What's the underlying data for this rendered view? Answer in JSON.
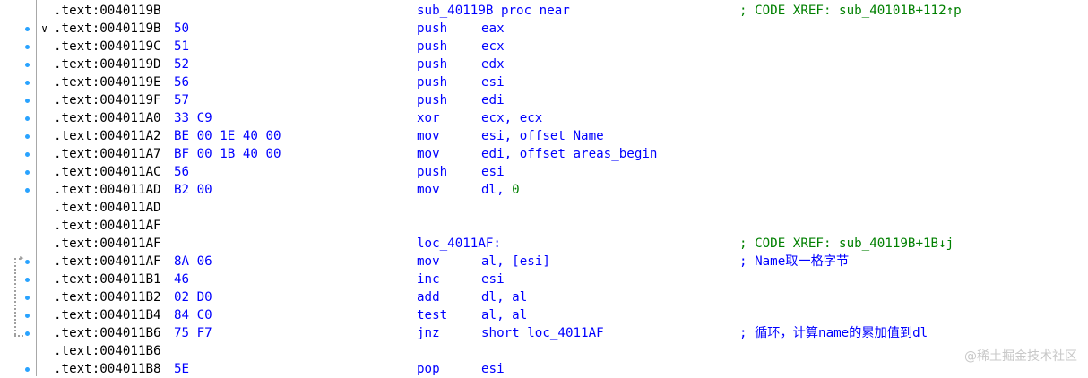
{
  "rows": [
    {
      "addr": ".text:0040119B",
      "bytes": "",
      "label": "sub_40119B proc near",
      "mnem": "",
      "ops": "",
      "imm": "",
      "comment": "; CODE XREF: sub_40101B+112↑p",
      "comment_color": "green",
      "dot": false,
      "chevron": false
    },
    {
      "addr": ".text:0040119B",
      "bytes": "50",
      "label": "",
      "mnem": "push",
      "ops": "eax",
      "imm": "",
      "comment": "",
      "dot": true,
      "chevron": true
    },
    {
      "addr": ".text:0040119C",
      "bytes": "51",
      "label": "",
      "mnem": "push",
      "ops": "ecx",
      "imm": "",
      "comment": "",
      "dot": true,
      "chevron": false
    },
    {
      "addr": ".text:0040119D",
      "bytes": "52",
      "label": "",
      "mnem": "push",
      "ops": "edx",
      "imm": "",
      "comment": "",
      "dot": true,
      "chevron": false
    },
    {
      "addr": ".text:0040119E",
      "bytes": "56",
      "label": "",
      "mnem": "push",
      "ops": "esi",
      "imm": "",
      "comment": "",
      "dot": true,
      "chevron": false
    },
    {
      "addr": ".text:0040119F",
      "bytes": "57",
      "label": "",
      "mnem": "push",
      "ops": "edi",
      "imm": "",
      "comment": "",
      "dot": true,
      "chevron": false
    },
    {
      "addr": ".text:004011A0",
      "bytes": "33 C9",
      "label": "",
      "mnem": "xor",
      "ops": "ecx, ecx",
      "imm": "",
      "comment": "",
      "dot": true,
      "chevron": false
    },
    {
      "addr": ".text:004011A2",
      "bytes": "BE 00 1E 40 00",
      "label": "",
      "mnem": "mov",
      "ops": "esi, offset Name",
      "imm": "",
      "comment": "",
      "dot": true,
      "chevron": false
    },
    {
      "addr": ".text:004011A7",
      "bytes": "BF 00 1B 40 00",
      "label": "",
      "mnem": "mov",
      "ops": "edi, offset areas_begin",
      "imm": "",
      "comment": "",
      "dot": true,
      "chevron": false
    },
    {
      "addr": ".text:004011AC",
      "bytes": "56",
      "label": "",
      "mnem": "push",
      "ops": "esi",
      "imm": "",
      "comment": "",
      "dot": true,
      "chevron": false
    },
    {
      "addr": ".text:004011AD",
      "bytes": "B2 00",
      "label": "",
      "mnem": "mov",
      "ops": "dl, ",
      "imm": "0",
      "comment": "",
      "dot": true,
      "chevron": false
    },
    {
      "addr": ".text:004011AD",
      "bytes": "",
      "label": "",
      "mnem": "",
      "ops": "",
      "imm": "",
      "comment": "",
      "dot": false,
      "chevron": false
    },
    {
      "addr": ".text:004011AF",
      "bytes": "",
      "label": "",
      "mnem": "",
      "ops": "",
      "imm": "",
      "comment": "",
      "dot": false,
      "chevron": false
    },
    {
      "addr": ".text:004011AF",
      "bytes": "",
      "label": "loc_4011AF:",
      "mnem": "",
      "ops": "",
      "imm": "",
      "comment": "; CODE XREF: sub_40119B+1B↓j",
      "comment_color": "green",
      "dot": false,
      "chevron": false
    },
    {
      "addr": ".text:004011AF",
      "bytes": "8A 06",
      "label": "",
      "mnem": "mov",
      "ops": "al, [esi]",
      "imm": "",
      "comment": "; Name取一格字节",
      "comment_color": "blue",
      "dot": true,
      "chevron": false
    },
    {
      "addr": ".text:004011B1",
      "bytes": "46",
      "label": "",
      "mnem": "inc",
      "ops": "esi",
      "imm": "",
      "comment": "",
      "dot": true,
      "chevron": false
    },
    {
      "addr": ".text:004011B2",
      "bytes": "02 D0",
      "label": "",
      "mnem": "add",
      "ops": "dl, al",
      "imm": "",
      "comment": "",
      "dot": true,
      "chevron": false
    },
    {
      "addr": ".text:004011B4",
      "bytes": "84 C0",
      "label": "",
      "mnem": "test",
      "ops": "al, al",
      "imm": "",
      "comment": "",
      "dot": true,
      "chevron": false
    },
    {
      "addr": ".text:004011B6",
      "bytes": "75 F7",
      "label": "",
      "mnem": "jnz",
      "ops": "short loc_4011AF",
      "imm": "",
      "comment": "; 循环，计算name的累加值到dl",
      "comment_color": "blue",
      "dot": true,
      "chevron": false
    },
    {
      "addr": ".text:004011B6",
      "bytes": "",
      "label": "",
      "mnem": "",
      "ops": "",
      "imm": "",
      "comment": "",
      "dot": false,
      "chevron": false
    },
    {
      "addr": ".text:004011B8",
      "bytes": "5E",
      "label": "",
      "mnem": "pop",
      "ops": "esi",
      "imm": "",
      "comment": "",
      "dot": true,
      "chevron": false
    }
  ],
  "watermark": "@稀土掘金技术社区",
  "colors": {
    "addr": "#000000",
    "code": "#0000ff",
    "xref_comment": "#008000",
    "breakpoint_dot": "#29a3ff"
  }
}
